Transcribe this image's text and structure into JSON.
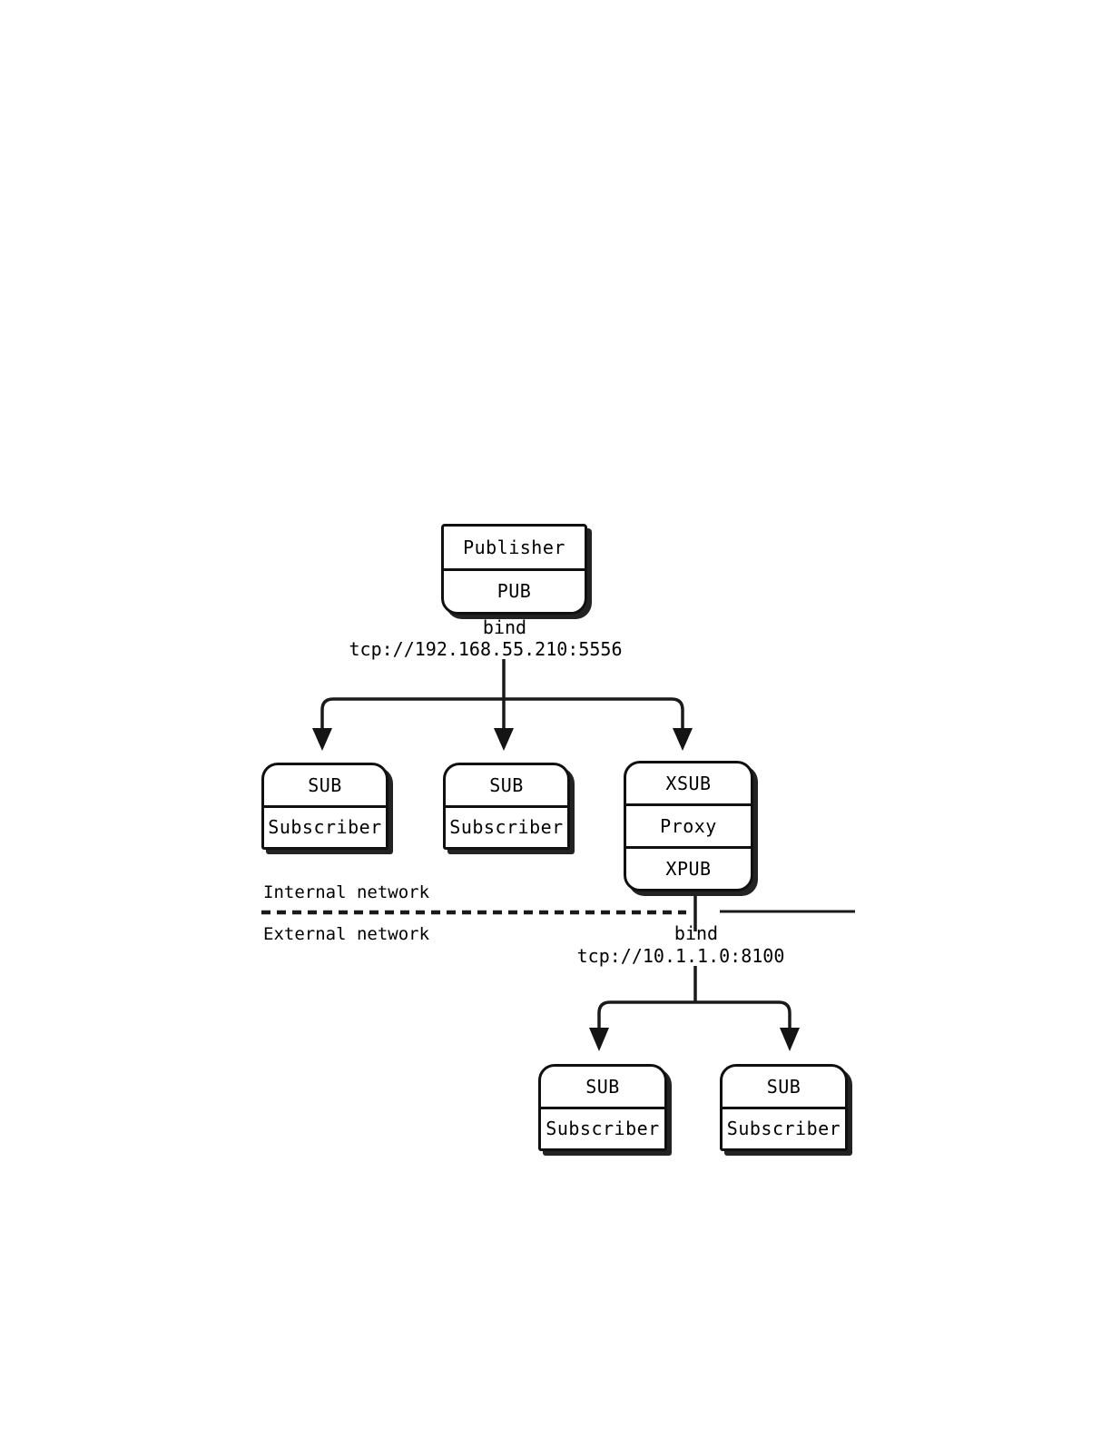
{
  "diagram": {
    "publisher": {
      "title": "Publisher",
      "socket": "PUB"
    },
    "internal_bind": {
      "label": "bind",
      "address": "tcp://192.168.55.210:5556"
    },
    "internal_subscribers": [
      {
        "socket": "SUB",
        "title": "Subscriber"
      },
      {
        "socket": "SUB",
        "title": "Subscriber"
      }
    ],
    "proxy": {
      "socket_top": "XSUB",
      "title": "Proxy",
      "socket_bottom": "XPUB"
    },
    "network_divider": {
      "internal_label": "Internal network",
      "external_label": "External network"
    },
    "external_bind": {
      "label": "bind",
      "address": "tcp://10.1.1.0:8100"
    },
    "external_subscribers": [
      {
        "socket": "SUB",
        "title": "Subscriber"
      },
      {
        "socket": "SUB",
        "title": "Subscriber"
      }
    ]
  },
  "colors": {
    "background": "#ffffff",
    "line": "#1a1a1a",
    "box_border": "#101010",
    "box_fill": "#ffffff",
    "box_shadow": "#232323",
    "text": "#000000"
  }
}
